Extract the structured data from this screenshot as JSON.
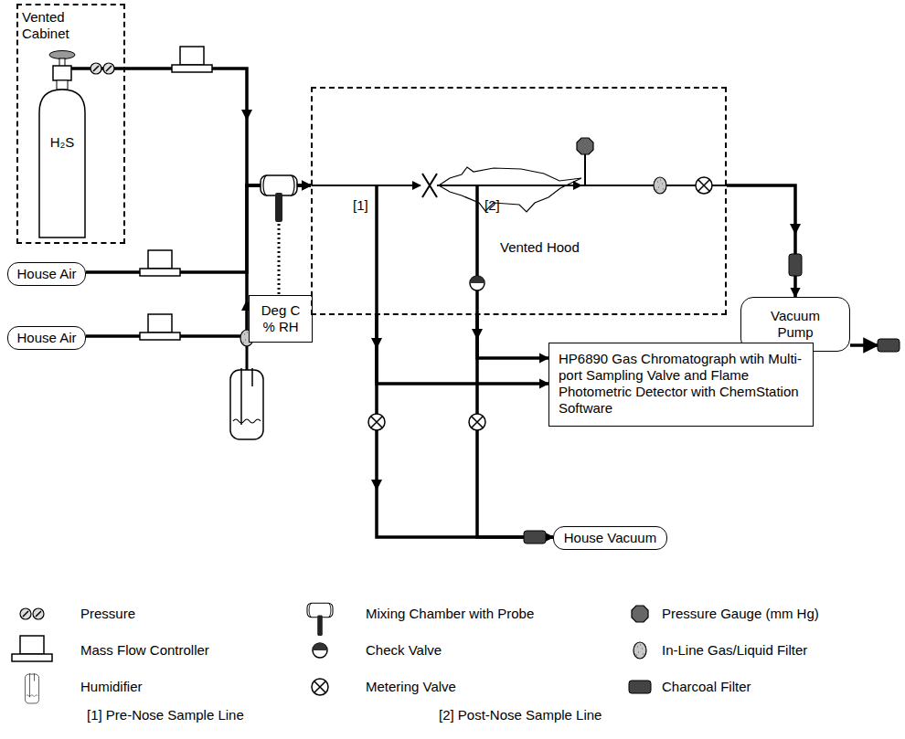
{
  "diagram": {
    "nodes": [
      {
        "text": [
          "Vented Cabinet"
        ]
      },
      {
        "text": [
          "H₂S"
        ],
        "in": 0
      },
      {
        "text": [
          "House Air"
        ]
      },
      {
        "text": [
          "House Air"
        ]
      },
      {
        "text": [
          "Deg C % RH"
        ]
      },
      {
        "text": [
          "Vented Hood"
        ]
      },
      {
        "text": [
          "Vacuum Pump"
        ]
      },
      {
        "text": [
          "HP6890 Gas Chromatograph wtih Multi-port Sampling Valve and Flame Photometric Detector with ChemStation Software"
        ]
      },
      {
        "text": [
          "House Vacuum"
        ]
      }
    ],
    "edges": [
      {
        "from": 1,
        "to": 5,
        "arrow": "to"
      },
      {
        "from": 2,
        "to": 5,
        "arrow": "to"
      },
      {
        "from": 3,
        "to": 5,
        "arrow": "to"
      },
      {
        "from": 5,
        "to": 6,
        "arrow": "to"
      },
      {
        "from": 5,
        "to": 7,
        "arrow": "to"
      },
      {
        "from": 5,
        "to": 7,
        "arrow": "to"
      },
      {
        "from": 5,
        "to": 8,
        "arrow": "to"
      },
      {
        "from": 5,
        "to": 8,
        "arrow": "to"
      }
    ],
    "labels": [
      "[1]",
      "[2]",
      "[1] Pre-Nose Sample Line",
      "[2] Post-Nose Sample Line"
    ],
    "legend": [
      {
        "text": "Pressure"
      },
      {
        "text": "Mixing Chamber with Probe"
      },
      {
        "text": "Pressure Gauge (mm Hg)"
      },
      {
        "text": "Mass Flow Controller"
      },
      {
        "text": "Check Valve"
      },
      {
        "text": "In-Line Gas/Liquid Filter"
      },
      {
        "text": "Humidifier"
      },
      {
        "text": "Metering Valve"
      },
      {
        "text": "Charcoal Filter"
      }
    ]
  }
}
